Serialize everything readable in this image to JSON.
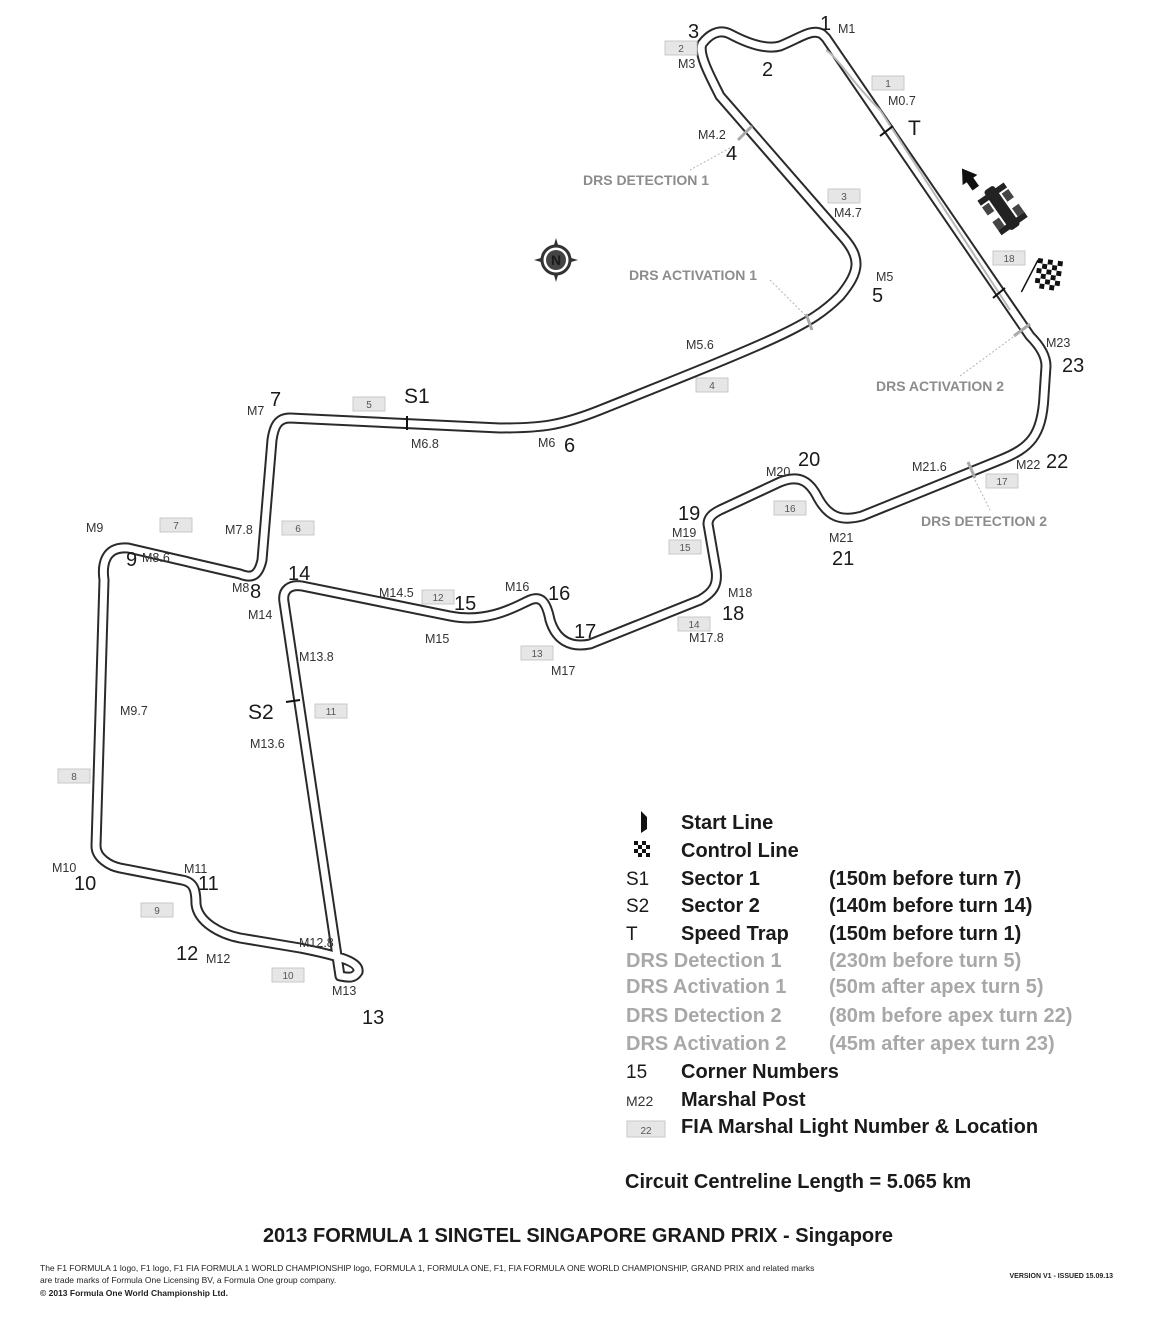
{
  "title": "2013 FORMULA 1 SINGTEL SINGAPORE GRAND PRIX - Singapore",
  "compass_letter": "N",
  "corners": [
    "1",
    "2",
    "3",
    "4",
    "5",
    "6",
    "7",
    "8",
    "9",
    "10",
    "11",
    "12",
    "13",
    "14",
    "15",
    "16",
    "17",
    "18",
    "19",
    "20",
    "21",
    "22",
    "23"
  ],
  "marshal_posts": [
    "M1",
    "M3",
    "M0.7",
    "M4.2",
    "M4.7",
    "M5",
    "M5.6",
    "M6",
    "M6.8",
    "M7",
    "M7.8",
    "M8",
    "M8.6",
    "M9",
    "M9.7",
    "M10",
    "M11",
    "M12",
    "M12.8",
    "M13",
    "M13.6",
    "M13.8",
    "M14",
    "M14.5",
    "M15",
    "M16",
    "M17",
    "M17.8",
    "M18",
    "M19",
    "M20",
    "M21",
    "M21.6",
    "M22",
    "M23"
  ],
  "light_numbers": [
    "1",
    "2",
    "3",
    "4",
    "5",
    "6",
    "7",
    "8",
    "9",
    "10",
    "11",
    "12",
    "13",
    "14",
    "15",
    "16",
    "17",
    "18"
  ],
  "track_markers": {
    "speed_trap": "T",
    "sector1": "S1",
    "sector2": "S2",
    "drs_detection_1": "DRS DETECTION 1",
    "drs_activation_1": "DRS ACTIVATION 1",
    "drs_activation_2": "DRS ACTIVATION 2",
    "drs_detection_2": "DRS DETECTION 2"
  },
  "legend": [
    {
      "symbol": "",
      "icon": "start-line-icon",
      "name": "Start Line",
      "desc": ""
    },
    {
      "symbol": "",
      "icon": "checkered-flag-icon",
      "name": "Control Line",
      "desc": ""
    },
    {
      "symbol": "S1",
      "name": "Sector 1",
      "desc": "(150m before turn 7)"
    },
    {
      "symbol": "S2",
      "name": "Sector 2",
      "desc": "(140m before turn 14)"
    },
    {
      "symbol": "T",
      "name": "Speed Trap",
      "desc": "(150m before turn 1)"
    },
    {
      "symbol": "",
      "name": "DRS Detection 1",
      "desc": "(230m before turn 5)",
      "grey": true
    },
    {
      "symbol": "",
      "name": "DRS Activation 1",
      "desc": "(50m after apex turn 5)",
      "grey": true
    },
    {
      "symbol": "",
      "name": "DRS Detection 2",
      "desc": "(80m before apex turn 22)",
      "grey": true
    },
    {
      "symbol": "",
      "name": "DRS Activation 2",
      "desc": "(45m after apex turn 23)",
      "grey": true
    },
    {
      "symbol": "15",
      "name": "Corner Numbers",
      "desc": ""
    },
    {
      "symbol": "M22",
      "name": "Marshal Post",
      "desc": ""
    },
    {
      "symbol": "22",
      "name": "FIA Marshal Light Number & Location",
      "desc": ""
    }
  ],
  "length_label": "Circuit Centreline Length = 5.065 km",
  "footer": {
    "line1": "The F1 FORMULA 1 logo, F1 logo, F1 FIA FORMULA 1 WORLD CHAMPIONSHIP logo, FORMULA 1, FORMULA ONE, F1, FIA FORMULA ONE WORLD CHAMPIONSHIP, GRAND PRIX and related marks",
    "line2": "are trade marks of Formula One Licensing BV, a Formula One group company.",
    "line3": "© 2013 Formula One World Championship Ltd.",
    "version": "VERSION V1 - ISSUED 15.09.13"
  },
  "colors": {
    "track": "#2a2a2a",
    "drs_grey": "#a8a8a8",
    "box": "#e6e6e6"
  }
}
